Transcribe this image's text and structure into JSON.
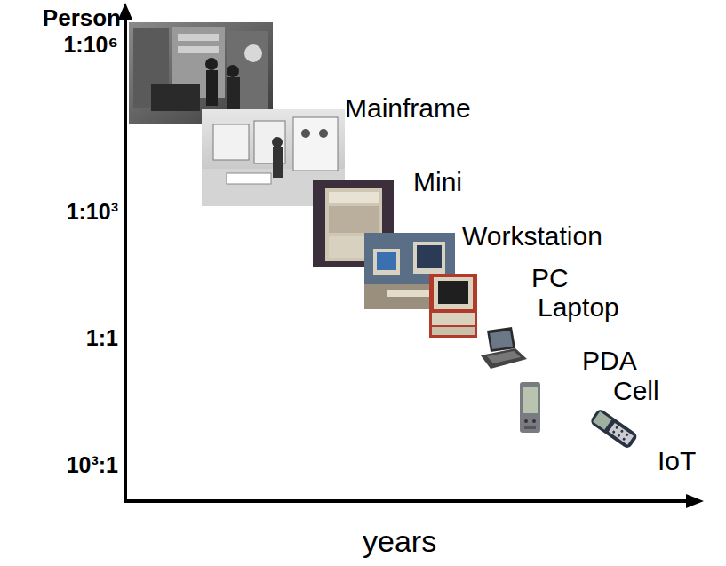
{
  "diagram": {
    "labels": [
      "Person",
      "1:10⁶",
      "Mainframe",
      "Mini",
      "1:10³",
      "Workstation",
      "PC",
      "Laptop",
      "1:1",
      "PDA",
      "Cell",
      "10³:1",
      "IoT",
      "years"
    ]
  }
}
